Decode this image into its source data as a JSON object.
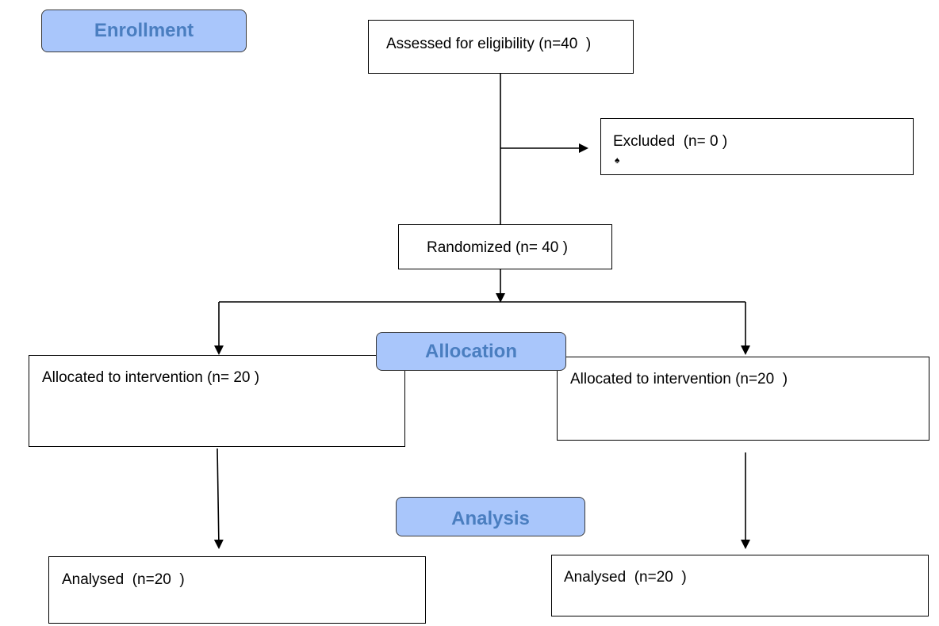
{
  "phases": {
    "enrollment": "Enrollment",
    "allocation": "Allocation",
    "analysis": "Analysis"
  },
  "boxes": {
    "assessed": "Assessed for eligibility (n=40  )",
    "excluded": "Excluded  (n= 0 )",
    "excluded_bullet": "♠",
    "randomized": "Randomized (n= 40 )",
    "allocated_left": "Allocated to intervention (n= 20 )",
    "allocated_right": "Allocated to intervention (n=20  )",
    "analysed_left": "Analysed  (n=20  )",
    "analysed_right": "Analysed  (n=20  )"
  },
  "colors": {
    "phase_fill": "#a9c6fb",
    "phase_text": "#4a7ec0",
    "box_border": "#000000"
  }
}
